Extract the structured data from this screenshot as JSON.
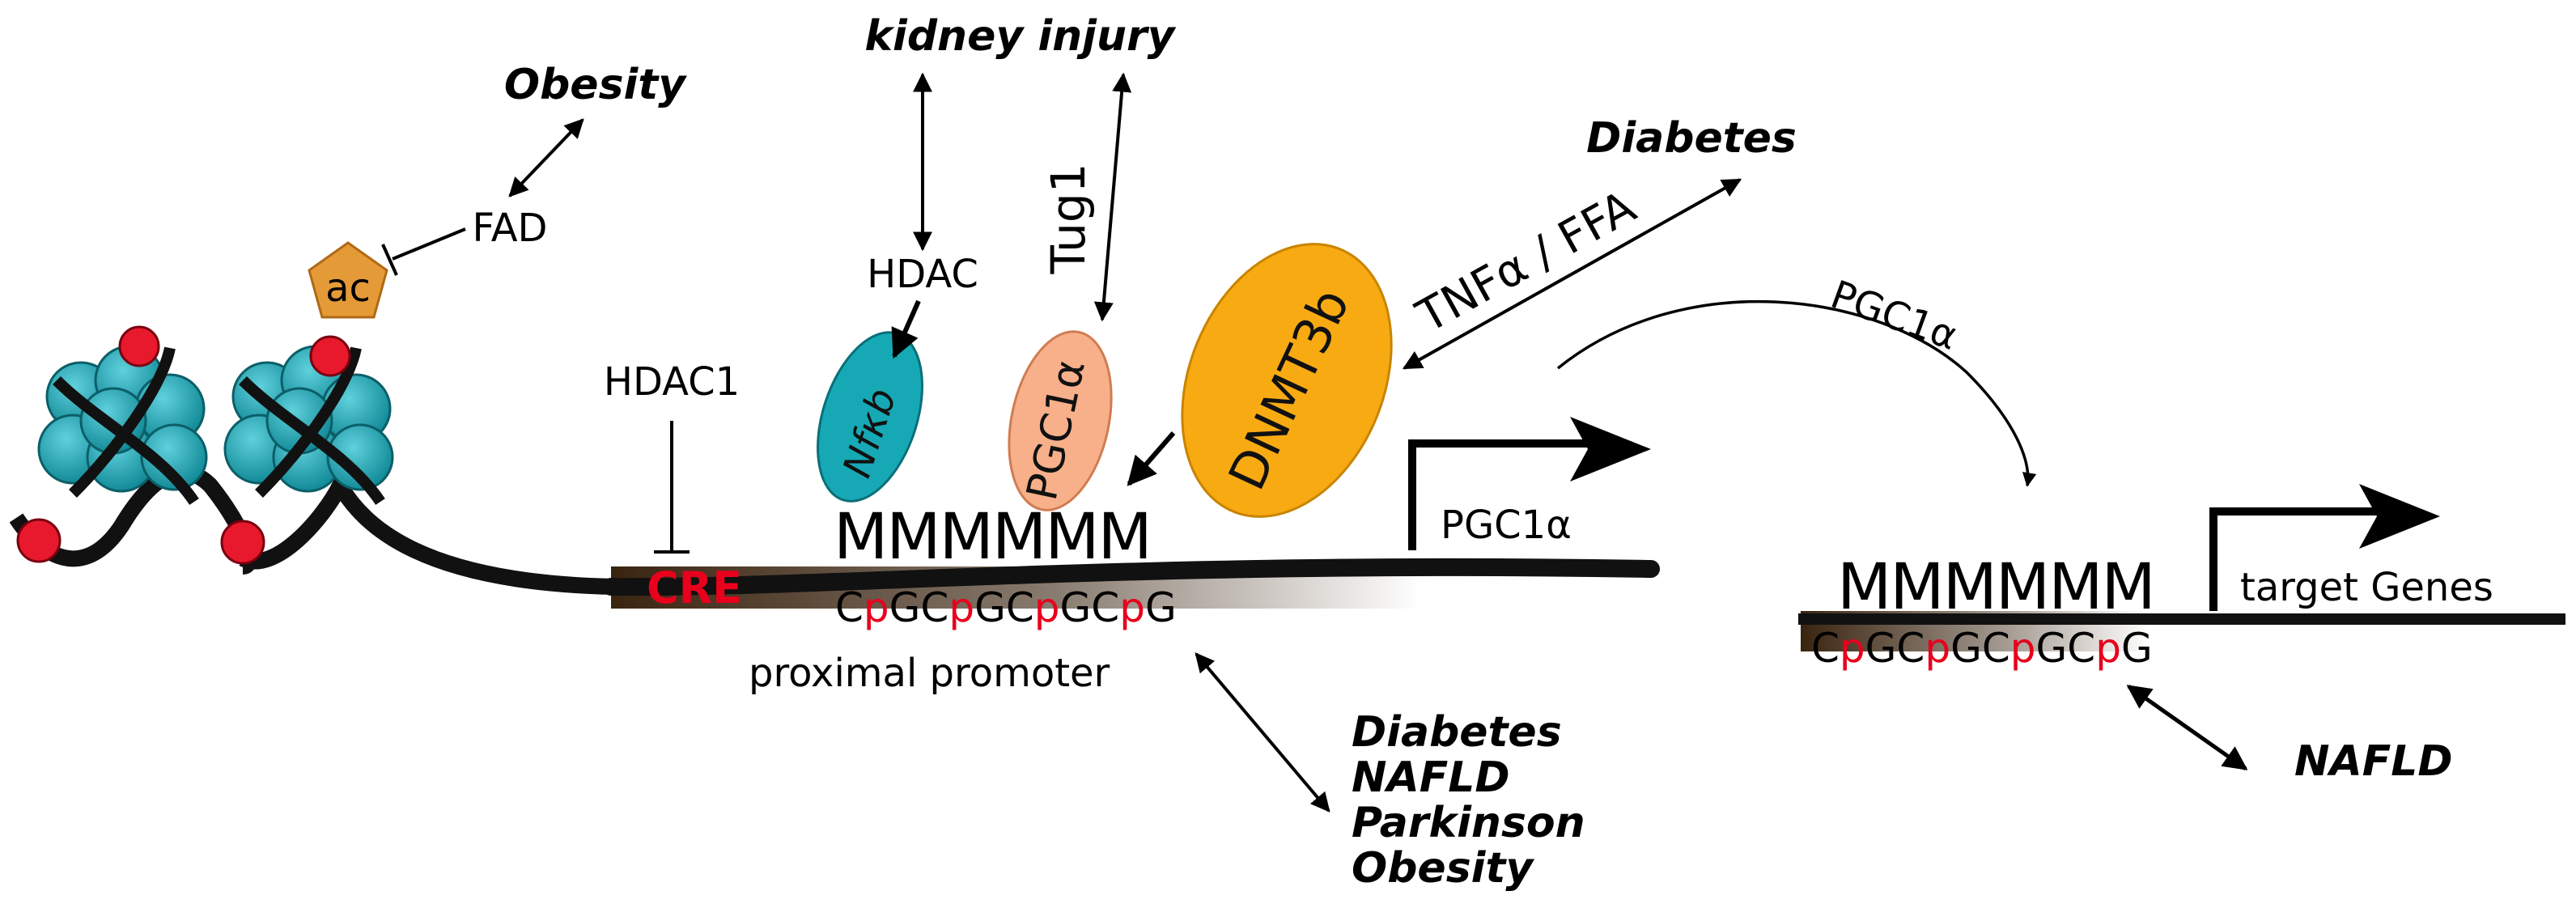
{
  "diseases": {
    "obesity_top": "Obesity",
    "kidney_injury": "kidney injury",
    "diabetes_top": "Diabetes",
    "list_bottom": [
      "Diabetes",
      "NAFLD",
      "Parkinson",
      "Obesity"
    ],
    "nafld_right": "NAFLD"
  },
  "labels": {
    "fad": "FAD",
    "ac": "ac",
    "hdac": "HDAC",
    "hdac1": "HDAC1",
    "tug1": "Tug1",
    "tnfa_ffa": "TNFα / FFA",
    "pgc1a_arc": "PGC1α",
    "pgc1a_gene": "PGC1α",
    "target_genes": "target Genes",
    "cre": "CRE",
    "proximal_promoter": "proximal promoter"
  },
  "proteins": {
    "nfkb": "Nfκb",
    "pgc1a": "PGC1α",
    "dnmt3b": "DNMT3b"
  },
  "methylation": {
    "left": "MMMMMM",
    "right": "MMMMMM",
    "cpg_parts": [
      "C",
      "p",
      "GC",
      "p",
      "GC",
      "p",
      "GC",
      "p",
      "G"
    ]
  },
  "colors": {
    "histone": "#1aa6b4",
    "histone_dark": "#0b6f7a",
    "red_dot": "#e8192c",
    "acetyl": "#e59a38",
    "nfkb": "#16a9b5",
    "pgc1a": "#f7b08a",
    "dnmt3b": "#f8aa12",
    "cpg_red": "#e8001c"
  }
}
